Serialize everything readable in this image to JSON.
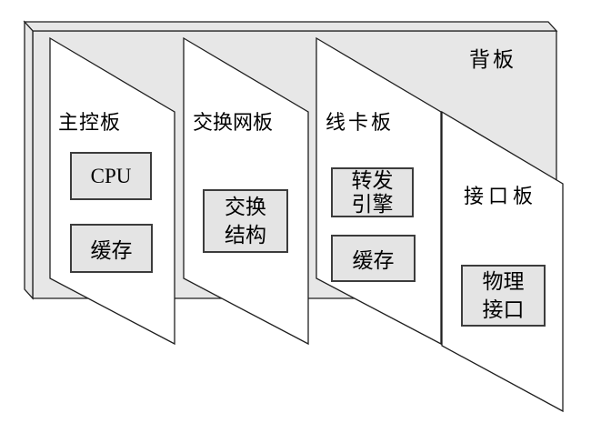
{
  "backplane": {
    "label": "背板"
  },
  "boards": [
    {
      "label": "主控板",
      "components": [
        {
          "label": "CPU"
        },
        {
          "label": "缓存"
        }
      ]
    },
    {
      "label": "交换网板",
      "components": [
        {
          "lines": [
            "交换",
            "结构"
          ]
        }
      ]
    },
    {
      "label": "线卡板",
      "components": [
        {
          "lines": [
            "转发",
            "引擎"
          ]
        },
        {
          "label": "缓存"
        }
      ]
    },
    {
      "label": "接口板",
      "components": [
        {
          "lines": [
            "物理",
            "接口"
          ]
        }
      ]
    }
  ],
  "colors": {
    "backplane_fill": "#e7e7e7",
    "board_fill": "#ffffff",
    "component_fill": "#e4e4e4",
    "outline": "#1f1f1f",
    "component_border": "#3c3c3c"
  }
}
